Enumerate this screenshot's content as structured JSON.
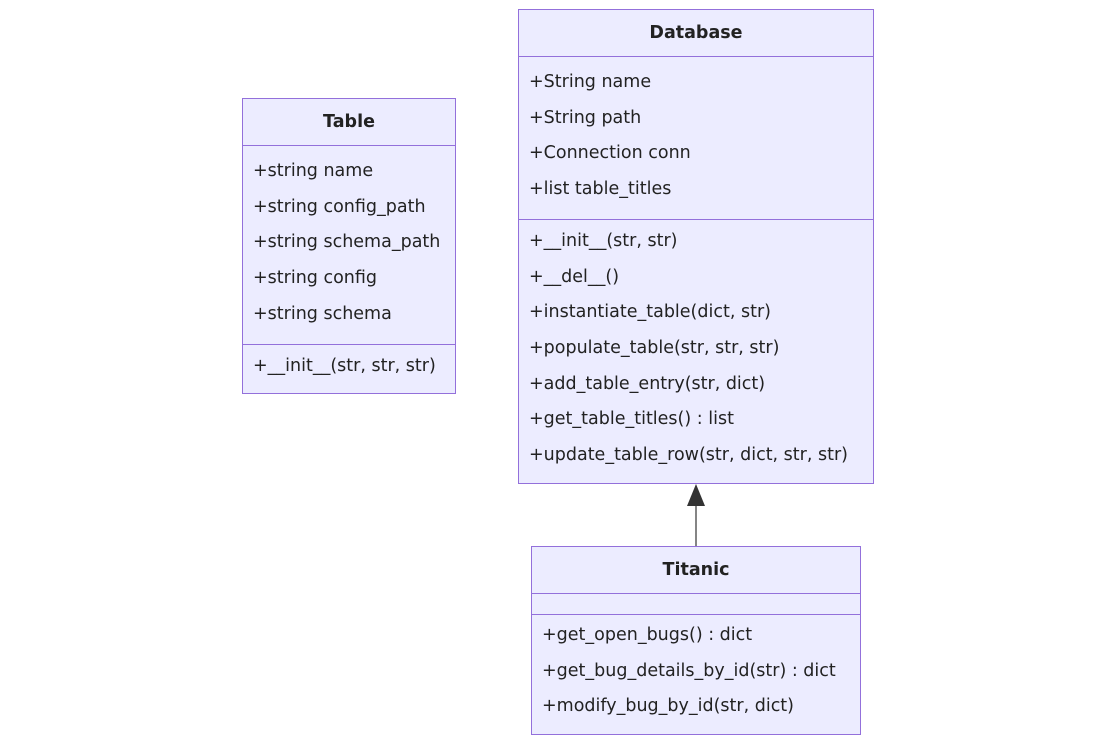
{
  "diagram": {
    "classes": [
      {
        "id": "table",
        "name": "Table",
        "attributes": [
          "+string name",
          "+string config_path",
          "+string schema_path",
          "+string config",
          "+string schema"
        ],
        "methods": [
          "+__init__(str, str, str)"
        ]
      },
      {
        "id": "database",
        "name": "Database",
        "attributes": [
          "+String name",
          "+String path",
          "+Connection conn",
          "+list table_titles"
        ],
        "methods": [
          "+__init__(str, str)",
          "+__del__()",
          "+instantiate_table(dict, str)",
          "+populate_table(str, str, str)",
          "+add_table_entry(str, dict)",
          "+get_table_titles() : list",
          "+update_table_row(str, dict, str, str)"
        ]
      },
      {
        "id": "titanic",
        "name": "Titanic",
        "attributes": [],
        "methods": [
          "+get_open_bugs() : dict",
          "+get_bug_details_by_id(str) : dict",
          "+modify_bug_by_id(str, dict)"
        ]
      }
    ],
    "relations": [
      {
        "type": "inheritance",
        "from": "titanic",
        "to": "database"
      }
    ],
    "colors": {
      "class_fill": "#ececff",
      "class_border": "#9370db",
      "line": "#333333"
    }
  }
}
